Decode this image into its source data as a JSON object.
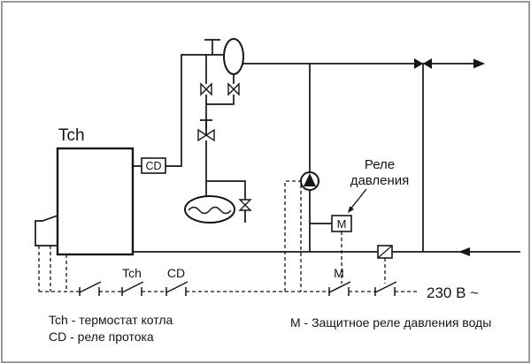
{
  "diagram": {
    "boiler_label": "Tch",
    "flow_relay_label": "CD",
    "pressure_relay": {
      "box_label": "M",
      "callout_line1": "Реле",
      "callout_line2": "давления"
    },
    "circuit": {
      "switch_tch": "Tch",
      "switch_cd": "CD",
      "switch_m": "M",
      "voltage": "230 В ~"
    },
    "legend": {
      "tch": "Tch - термостат котла",
      "cd": "CD - реле протока",
      "m": "M - Защитное реле давления воды"
    }
  }
}
